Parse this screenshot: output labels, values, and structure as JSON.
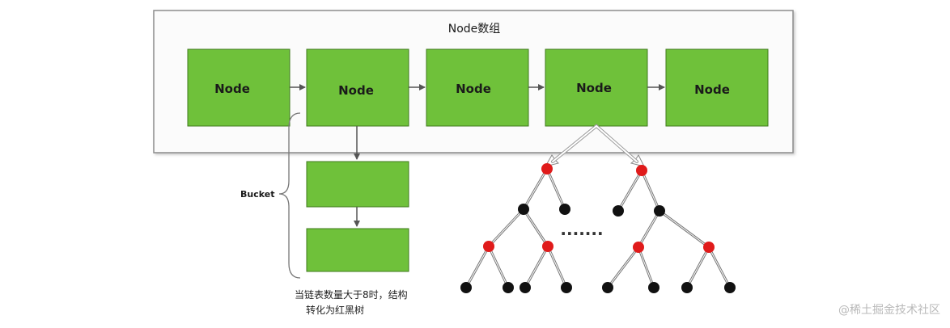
{
  "array": {
    "title": "Node数组",
    "nodes": [
      "Node",
      "Node",
      "Node",
      "Node",
      "Node"
    ]
  },
  "bucket": {
    "label": "Bucket"
  },
  "note": {
    "line1": "当链表数量大于8时，结构",
    "line2": "转化为红黑树"
  },
  "tree": {
    "ellipsis": "·······"
  },
  "watermark": "@稀土掘金技术社区",
  "colors": {
    "node_fill": "#6fc13a",
    "node_border": "#3f7a1c",
    "red_node": "#e01b1b",
    "black_node": "#111111",
    "container_border": "#8c8c8c",
    "arrow": "#555555"
  }
}
